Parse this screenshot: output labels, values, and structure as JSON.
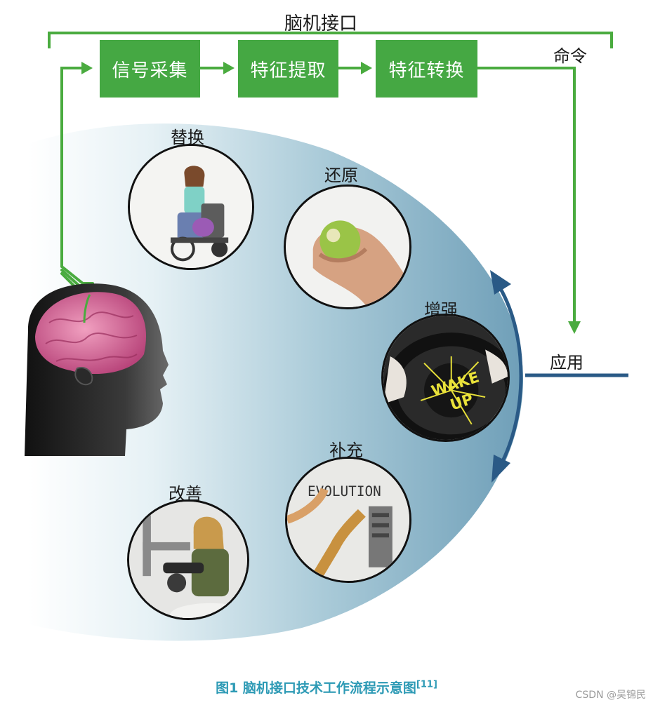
{
  "diagram": {
    "top_label": "脑机接口",
    "command_label": "命令",
    "application_label": "应用",
    "steps": [
      {
        "label": "信号采集"
      },
      {
        "label": "特征提取"
      },
      {
        "label": "特征转换"
      }
    ],
    "functions": {
      "replace": "替换",
      "restore": "还原",
      "enhance": "增强",
      "supplement": "补充",
      "improve": "改善"
    },
    "enhance_image_text": [
      "WAKE",
      "UP"
    ],
    "supplement_image_text": "EVOLUTION",
    "colors": {
      "green": "#45a843",
      "arrow_green": "#4aab3f",
      "navy": "#2a5a86",
      "caption_blue": "#2d9ab5"
    }
  },
  "caption": {
    "text": "图1 脑机接口技术工作流程示意图",
    "ref": "[11]"
  },
  "watermark": "CSDN @吴锦民"
}
